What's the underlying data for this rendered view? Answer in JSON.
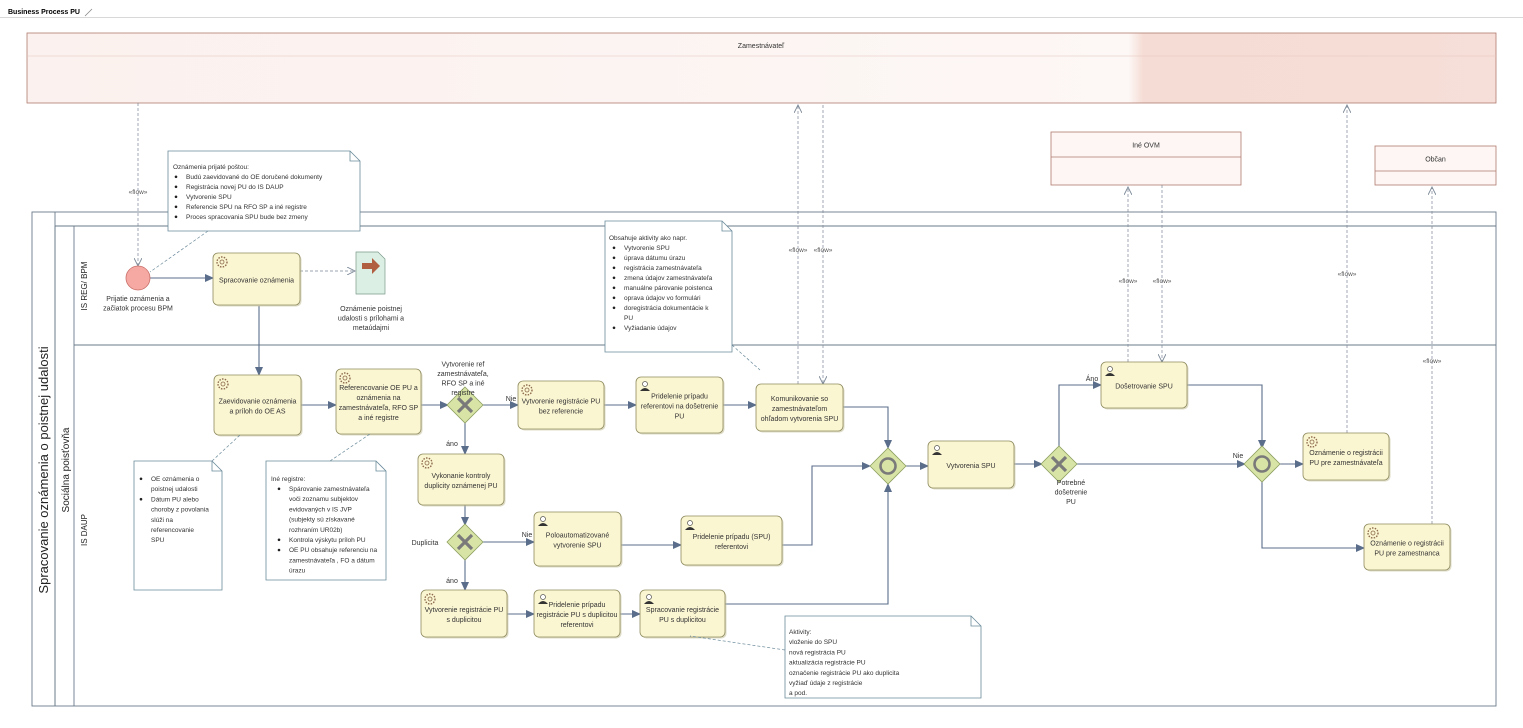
{
  "window": {
    "tab_title": "Business Process PU"
  },
  "colors": {
    "pool_fill": "#fdf6f4",
    "pool_header_fill": "#faeae6",
    "pool_stroke": "#b07a6e",
    "task_fill": "#fbf6d2",
    "task_stroke": "#8e8a5e",
    "gateway_fill": "#d7e4a6",
    "gateway_mark": "#7a7a7a",
    "start_fill": "#f6a9a3",
    "note_stroke": "#6a8a9a",
    "arrow": "#5a6d8a",
    "flow_dash": "#7a8796",
    "artifact_fill": "#dcefe4",
    "artifact_arrow": "#b06040"
  },
  "pools": {
    "employer": "Zamestnávateľ",
    "other_ovm": "Iné OVM",
    "citizen": "Občan",
    "process_pool": "Spracovanie oznámenia o poistnej udalosti",
    "insurer_lane": "Sociálna poisťovňa",
    "lane_reg": "IS REG/ BPM",
    "lane_daup": "IS DAUP"
  },
  "flow_label": "«flow»",
  "start_event": {
    "label": [
      "Prijatie oznámenia a",
      "začiatok procesu BPM"
    ]
  },
  "artifact": {
    "label": [
      "Oznámenie poistnej",
      "udalosti s prílohami a",
      "metaúdajmi"
    ]
  },
  "tasks": {
    "spracovanie": [
      "Spracovanie oznámenia"
    ],
    "zaevidovanie": [
      "Zaevidovanie oznámenia",
      "a príloh do OE AS"
    ],
    "referencovanie": [
      "Referencovanie OE PU a",
      "oznámenia na",
      "zamestnávateľa, RFO SP",
      "a iné registre"
    ],
    "vytvorenie_bez_ref": [
      "Vytvorenie registrácie PU",
      "bez referencie"
    ],
    "pridelenie_dosetrenie": [
      "Pridelenie prípadu",
      "referentovi na došetrenie",
      "PU"
    ],
    "komunikovanie": [
      "Komunikovanie so",
      "zamestnávateľom",
      "ohľadom vytvorenia SPU"
    ],
    "kontrola_duplicity": [
      "Vykonanie kontroly",
      "duplicity oznámenej PU"
    ],
    "poloautomatizovane": [
      "Poloautomatizované",
      "vytvorenie SPU"
    ],
    "pridelenie_spu": [
      "Pridelenie prípadu (SPU)",
      "referentovi"
    ],
    "vytvorenie_duplicita": [
      "Vytvorenie registrácie PU",
      "s duplicitou"
    ],
    "pridelenie_duplicita": [
      "Pridelenie prípadu",
      "registrácie PU s duplicitou",
      "referentovi"
    ],
    "spracovanie_duplicita": [
      "Spracovanie registrácie",
      "PU s duplicitou"
    ],
    "vytvorenia_spu": [
      "Vytvorenia SPU"
    ],
    "dosetrovanie_spu": [
      "Došetrovanie SPU"
    ],
    "oznamenie_zamestnavatel": [
      "Oznámenie o registrácii",
      "PU pre zamestnávateľa"
    ],
    "oznamenie_zamestnanec": [
      "Oznámenie o registrácii",
      "PU pre zamestnanca"
    ]
  },
  "gateway_labels": {
    "ref": [
      "Vytvorenie ref",
      "zamestnávateľa,",
      "RFO SP a iné",
      "registre"
    ],
    "duplicita": "Duplicita",
    "dosetrenie": [
      "Potrebné",
      "došetrenie",
      "PU"
    ]
  },
  "edge_labels": {
    "nie": "Nie",
    "ano": "áno",
    "ano_cap": "Áno"
  },
  "notes": {
    "posta": {
      "title": "Oznámenia prijaté poštou:",
      "bullets": [
        "Budú zaevidované do OE doručené dokumenty",
        "Registrácia novej PU do IS DAUP",
        "Vytvorenie SPU",
        "Referencie SPU na RFO SP a iné registre",
        "Proces spracovania SPU bude bez zmeny"
      ]
    },
    "aktivity": {
      "title": "Obsahuje aktivity ako napr.",
      "bullets": [
        "Vytvorenie SPU",
        "úprava dátumu úrazu",
        "registrácia zamestnávateľa",
        "zmena údajov zamestnávateľa",
        "manuálne párovanie poistenca",
        "oprava údajov vo formulári",
        "doregistrácia dokumentácie k PU",
        "Vyžiadanie údajov"
      ]
    },
    "oe": {
      "bullets": [
        "OE oznámenia o poistnej udalosti",
        "Dátum PU alebo choroby z povolania slúži na referencovanie SPU"
      ]
    },
    "registre": {
      "title": "Iné registre:",
      "bullets": [
        "Spárovanie zamestnávateľa voči zoznamu subjektov evidovaných v IS JVP (subjekty sú získavané rozhraním UR02b)",
        "Kontrola výskytu príloh PU",
        "OE PU obsahuje referenciu na zamestnávateľa , FO a dátum úrazu"
      ]
    },
    "aktivity2": {
      "lines": [
        "Aktivity:",
        "vloženie do SPU",
        "nová registrácia PU",
        "aktualizácia registrácie PU",
        "označenie registrácie PU ako duplicita",
        "vyžiaď údaje z registrácie",
        "a pod."
      ]
    }
  }
}
